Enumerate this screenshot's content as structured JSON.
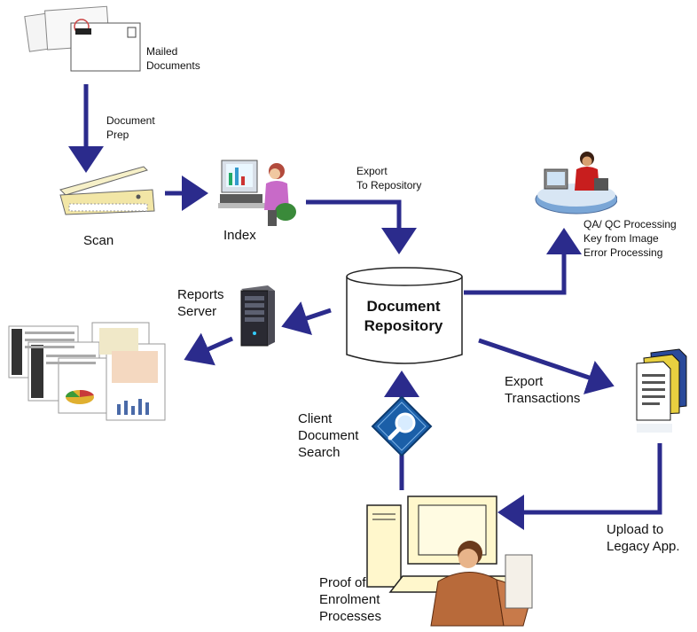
{
  "labels": {
    "mailed_documents": [
      "Mailed",
      "Documents"
    ],
    "document_prep": [
      "Document",
      "Prep"
    ],
    "scan": "Scan",
    "index": "Index",
    "export_to_repository": [
      "Export",
      "To Repository"
    ],
    "qa_qc": [
      "QA/ QC Processing",
      "Key from Image",
      "Error Processing"
    ],
    "reports_server": [
      "Reports",
      "Server"
    ],
    "document_repository": [
      "Document",
      "Repository"
    ],
    "export_transactions": [
      "Export",
      "Transactions"
    ],
    "client_document_search": [
      "Client",
      "Document",
      "Search"
    ],
    "upload_legacy": [
      "Upload to",
      "Legacy App."
    ],
    "proof_of_enrolment": [
      "Proof of",
      "Enrolment",
      "Processes"
    ]
  },
  "colors": {
    "arrow": "#2b2b8c",
    "search_diamond": "#1b5fa8"
  },
  "icons": [
    "envelopes-icon",
    "scanner-icon",
    "workstation-person-icon",
    "repository-cylinder-icon",
    "qa-desk-icon",
    "server-tower-icon",
    "reports-stack-icon",
    "documents-stack-icon",
    "search-diamond-icon",
    "computer-user-icon"
  ]
}
